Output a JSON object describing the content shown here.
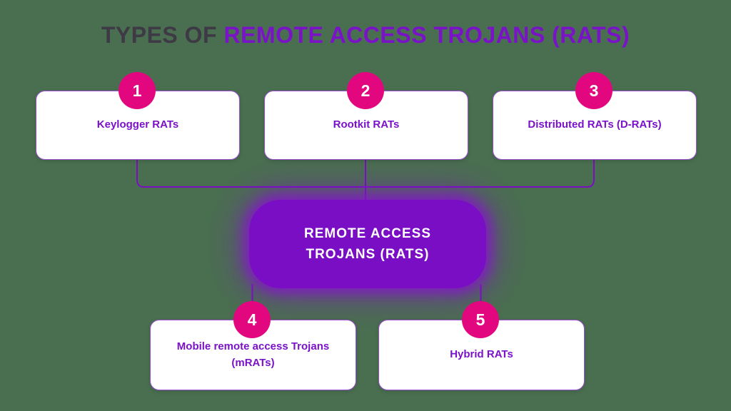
{
  "title": {
    "prefix": "TYPES OF ",
    "highlight": "REMOTE ACCESS TROJANS (RATS)"
  },
  "center": {
    "line1": "REMOTE ACCESS",
    "line2": "TROJANS (RATS)"
  },
  "nodes": [
    {
      "number": "1",
      "label": "Keylogger RATs"
    },
    {
      "number": "2",
      "label": "Rootkit RATs"
    },
    {
      "number": "3",
      "label": "Distributed RATs (D-RATs)"
    },
    {
      "number": "4",
      "label": "Mobile remote access Trojans (mRATs)"
    },
    {
      "number": "5",
      "label": "Hybrid RATs"
    }
  ],
  "colors": {
    "background": "#4A6F50",
    "title_dark": "#3E3A45",
    "purple_text": "#7A12C8",
    "center_box": "#7A0EC4",
    "connector": "#7A0FC0",
    "badge_pink": "#E3077F",
    "node_border": "#9A4FD0",
    "node_background": "#FFFFFF"
  }
}
